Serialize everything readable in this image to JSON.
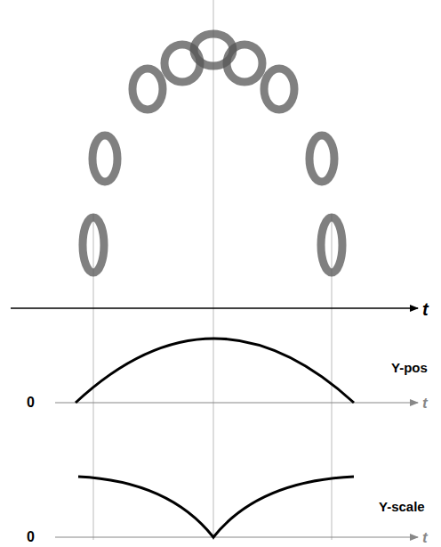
{
  "diagram": {
    "labels": [
      "t",
      "Y-pos",
      "0",
      "t",
      "Y-scale",
      "0",
      "t"
    ]
  }
}
